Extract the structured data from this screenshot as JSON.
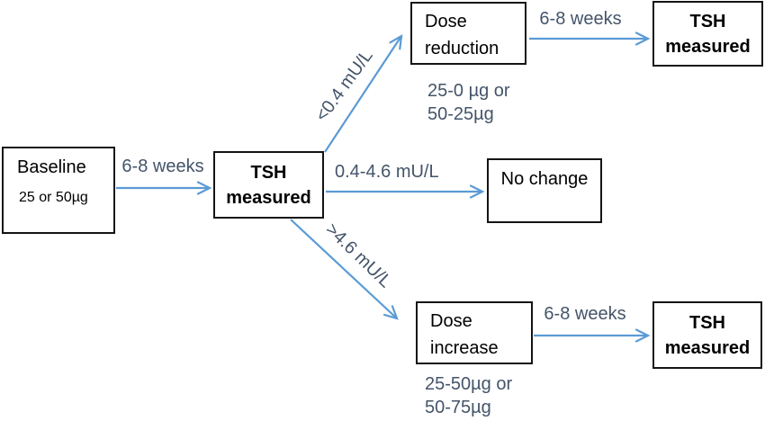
{
  "colors": {
    "arrow": "#5b9bd5",
    "label_text": "#44546a",
    "box_border": "#141414",
    "box_text": "#000000",
    "background": "#ffffff"
  },
  "boxes": {
    "baseline": {
      "title": "Baseline",
      "dose": "25 or 50µg"
    },
    "tsh_center": {
      "line1": "TSH",
      "line2": "measured"
    },
    "dose_reduction": {
      "line1": "Dose",
      "line2": "reduction"
    },
    "tsh_top": {
      "line1": "TSH",
      "line2": "measured"
    },
    "no_change": {
      "label": "No change"
    },
    "dose_increase": {
      "line1": "Dose",
      "line2": "increase"
    },
    "tsh_bottom": {
      "line1": "TSH",
      "line2": "measured"
    }
  },
  "edge_labels": {
    "baseline_interval": "6-8 weeks",
    "low_tsh": "<0.4 mU/L",
    "normal_tsh": "0.4-4.6 mU/L",
    "high_tsh": ">4.6 mU/L",
    "reduction_interval": "6-8 weeks",
    "increase_interval": "6-8 weeks"
  },
  "annotations": {
    "reduction_doses": {
      "line1": "25-0 µg or",
      "line2": "50-25µg"
    },
    "increase_doses": {
      "line1": "25-50µg or",
      "line2": "50-75µg"
    }
  }
}
